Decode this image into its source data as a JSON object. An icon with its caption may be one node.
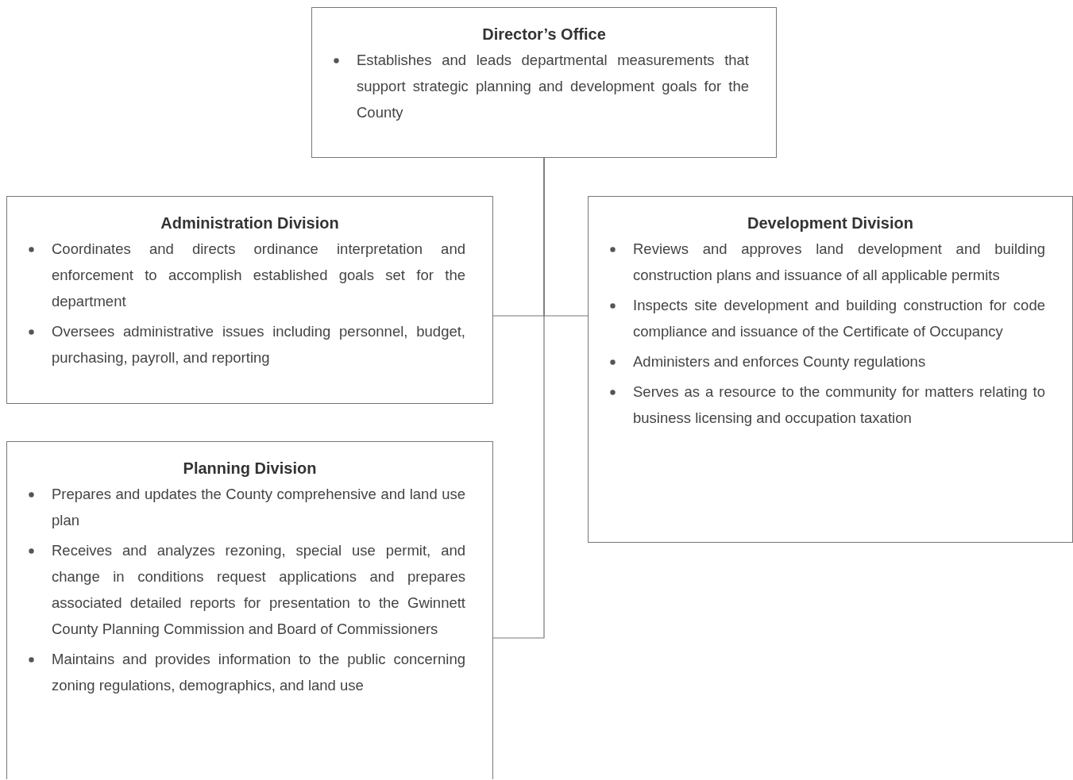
{
  "diagram": {
    "nodes": [
      {
        "text": [
          "Director’s Office",
          "Establishes and leads departmental measurements that support strategic planning and development goals for the County"
        ]
      },
      {
        "text": [
          "Administration Division",
          "Coordinates and directs ordinance interpretation and enforcement to accomplish established goals set for the department",
          "Oversees administrative issues including personnel, budget, purchasing, payroll, and reporting"
        ]
      },
      {
        "text": [
          "Development Division",
          "Reviews and approves land development and building construction plans and issuance of all applicable permits",
          "Inspects site development and building construction for code compliance and issuance of the Certificate of Occupancy",
          "Administers and enforces County regulations",
          "Serves as a resource to the community for matters relating to business licensing and occupation taxation"
        ]
      },
      {
        "text": [
          "Planning Division",
          "Prepares and updates the County comprehensive and land use plan",
          "Receives and analyzes rezoning, special use permit, and change in conditions request applications and prepares associated detailed reports for presentation to the Gwinnett County Planning Commission and Board of Commissioners",
          "Maintains and provides information to the public concerning zoning regulations, demographics, and land use"
        ]
      }
    ],
    "edges": [
      {
        "from": 0,
        "to": 1,
        "arrow": "none"
      },
      {
        "from": 0,
        "to": 2,
        "arrow": "none"
      },
      {
        "from": 0,
        "to": 3,
        "arrow": "none"
      }
    ]
  }
}
